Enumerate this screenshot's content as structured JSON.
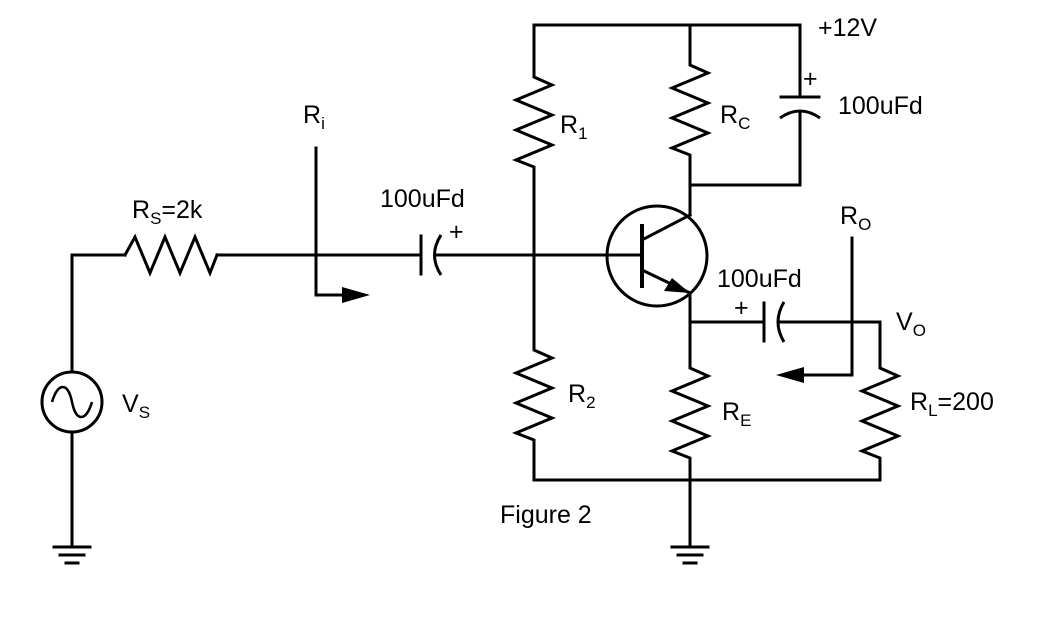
{
  "labels": {
    "supply": "+12V",
    "rs": {
      "main": "R",
      "sub": "S",
      "rest": "=2k"
    },
    "ri": {
      "main": "R",
      "sub": "i"
    },
    "cap_in": "100uFd",
    "cap_in_plus": "+",
    "r1": {
      "main": "R",
      "sub": "1"
    },
    "rc": {
      "main": "R",
      "sub": "C"
    },
    "cap_bypass": "100uFd",
    "cap_bypass_plus": "+",
    "ro": {
      "main": "R",
      "sub": "O"
    },
    "cap_out": "100uFd",
    "cap_out_plus": "+",
    "vo": {
      "main": "V",
      "sub": "O"
    },
    "vs": {
      "main": "V",
      "sub": "S"
    },
    "r2": {
      "main": "R",
      "sub": "2"
    },
    "re": {
      "main": "R",
      "sub": "E"
    },
    "rl": {
      "main": "R",
      "sub": "L",
      "rest": "=200"
    },
    "caption": "Figure 2"
  }
}
